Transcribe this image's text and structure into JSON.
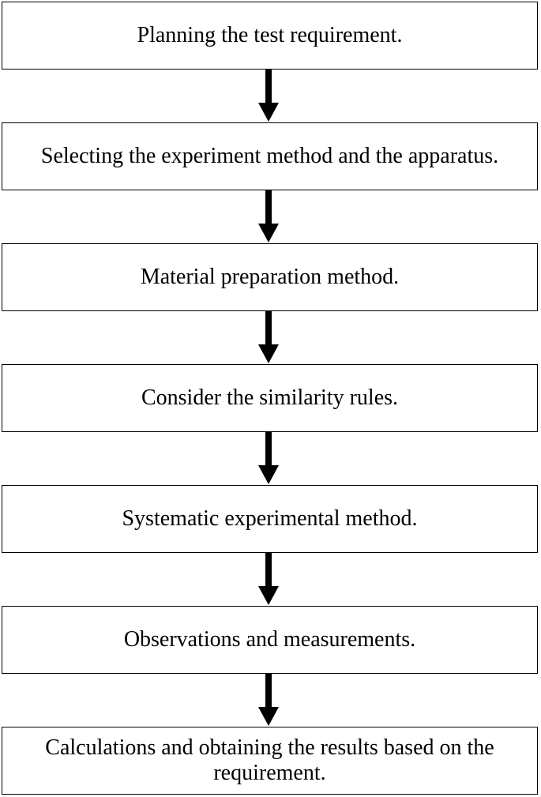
{
  "steps": [
    {
      "text": "Planning the test requirement."
    },
    {
      "text": "Selecting the experiment method and the apparatus."
    },
    {
      "text": "Material preparation method."
    },
    {
      "text": "Consider the similarity rules."
    },
    {
      "text": "Systematic experimental method."
    },
    {
      "text": "Observations and measurements."
    },
    {
      "text": "Calculations and obtaining the results based on the requirement."
    }
  ],
  "colors": {
    "stroke": "#000000",
    "box_fill": "#ffffff",
    "text": "#000000"
  }
}
